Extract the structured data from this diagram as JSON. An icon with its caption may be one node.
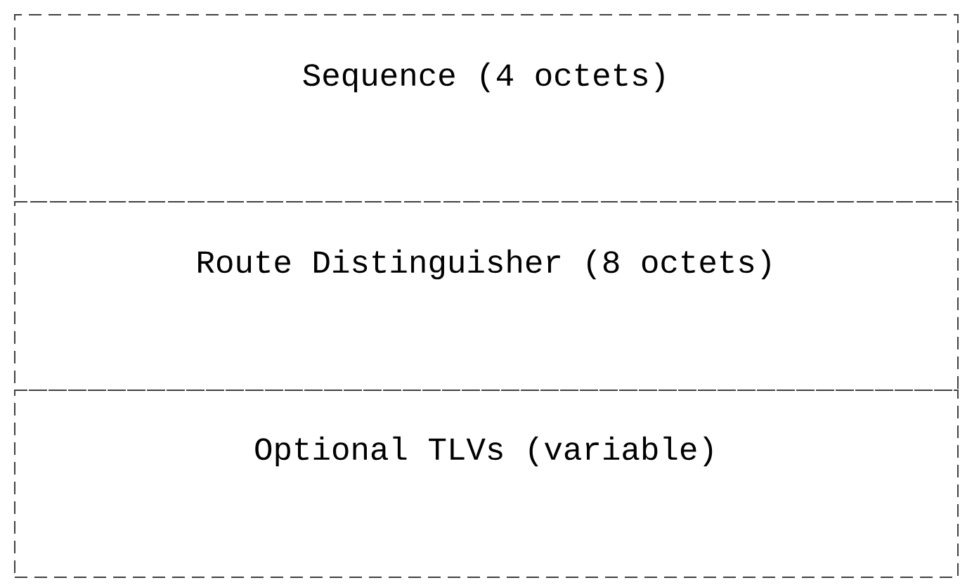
{
  "diagram": {
    "nodes": [
      {
        "text": [
          "Sequence (4 octets)"
        ]
      },
      {
        "text": [
          "Route Distinguisher (8 octets)"
        ]
      },
      {
        "text": [
          "Optional TLVs (variable)"
        ]
      }
    ]
  }
}
